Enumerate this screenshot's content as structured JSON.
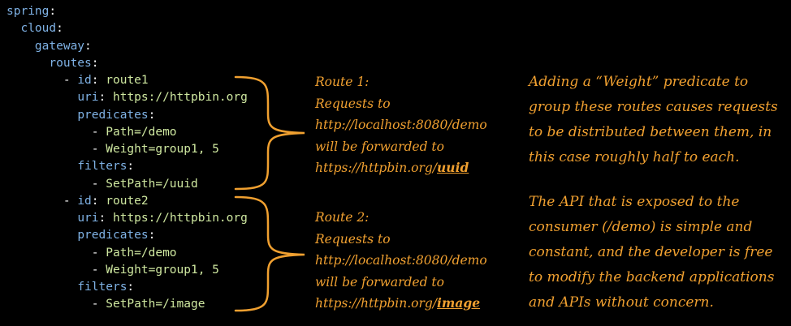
{
  "yaml": {
    "spring": "spring",
    "cloud": "cloud",
    "gateway": "gateway",
    "routes": "routes",
    "route1": {
      "id_key": "id",
      "id_value": "route1",
      "uri_key": "uri",
      "uri_value": "https://httpbin.org",
      "predicates_key": "predicates",
      "path": "Path=/demo",
      "weight": "Weight=group1, 5",
      "filters_key": "filters",
      "setpath": "SetPath=/uuid"
    },
    "route2": {
      "id_key": "id",
      "id_value": "route2",
      "uri_key": "uri",
      "uri_value": "https://httpbin.org",
      "predicates_key": "predicates",
      "path": "Path=/demo",
      "weight": "Weight=group1, 5",
      "filters_key": "filters",
      "setpath": "SetPath=/image"
    }
  },
  "annotations": {
    "route1": {
      "title": "Route 1:",
      "line1": "Requests to",
      "line2": "http://localhost:8080/demo",
      "line3": "will be forwarded to",
      "line4_prefix": "https://httpbin.org/",
      "line4_emph": "uuid"
    },
    "route2": {
      "title": "Route 2:",
      "line1": "Requests to",
      "line2": "http://localhost:8080/demo",
      "line3": "will be forwarded to",
      "line4_prefix": "https://httpbin.org/",
      "line4_emph": "image"
    },
    "weight_note": [
      "Adding a “Weight” predicate to",
      "group these routes causes requests",
      "to be distributed between them, in",
      "this case roughly half to each."
    ],
    "api_note": [
      "The API that is exposed to the",
      "consumer (/demo) is simple and",
      "constant, and the developer is free",
      "to modify the backend applications",
      "and APIs without concern."
    ]
  },
  "colors": {
    "background": "#000000",
    "yaml_key": "#7fb2e5",
    "yaml_value": "#cfe8a0",
    "annotation": "#f0a030"
  }
}
